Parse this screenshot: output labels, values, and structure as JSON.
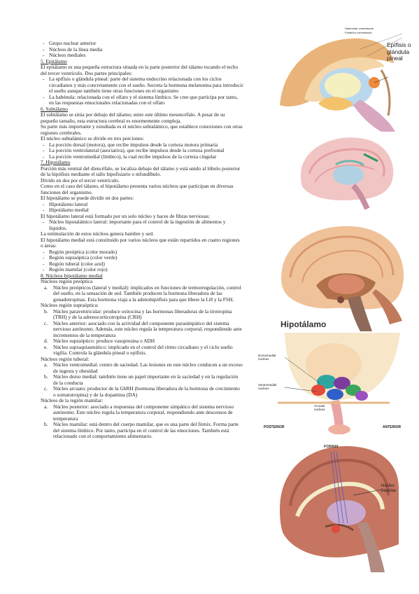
{
  "intro_items": [
    "Grupo nuclear anterior",
    "Núcleos de la línea media",
    "Núcleos mediales"
  ],
  "s5": {
    "heading": "5. Epitálamo",
    "p1": "El epitálamo es una pequeña estructura situada en la parte posterior del tálamo tocando el techo del tercer ventrículo. Dos partes principales:",
    "items": [
      "La epífisis o glándula pineal: parte del sistema endocrino relacionada con los ciclos circadianos y más concretamente con el sueño. Secreta la hormona melatonina para introducir el sueño aunque también tiene otras funciones en el organismo",
      "La habénula: relacionada con el olfato y el sistema límbico. Se cree que participa por tanto, en las respuestas emocionales relacionadas con el olfato"
    ]
  },
  "s6": {
    "heading": "6. Subtálamo",
    "p1": "El subtálamo se sitúa por debajo del tálamo; entre este último mesencéfalo. A pesar de su pequeño tamaño, esta estructura cerebral es enormemente compleja.",
    "p2": "Su parte más importante y estudiada es el núcleo subtalámico, que establece conexiones con otras regiones cerebrales.",
    "p3": "El núcleo subtalámico se divide en tres porciones:",
    "items": [
      "La porción dorsal (motora), que recibe impulsos desde la corteza motora primaria",
      "La porción ventrolateral (asociativa), que recibe impulsos desde la corteza prefrontal",
      "La porción ventromedial (límbico), la cual recibe impulsos de la corteza cingular"
    ]
  },
  "s7": {
    "heading": "7. Hipotálamo",
    "p1": "Porción más ventral del diencéfalo, se localiza debajo del tálamo y está unido al lóbulo posterior de la hipófisis mediante el tallo hipofisiario o infundíbulo.",
    "p2": "Divido en dos por el tercer ventrículo.",
    "p3": "Como en el caso del tálamo, el hipotálamo presenta varios núcleos que participan en diversas funciones del organismo.",
    "p4": "El hipotálamo se puede dividir en dos partes:",
    "parts": [
      "Hipotálamo lateral",
      "Hipotálamo medial"
    ],
    "p5": "El hipotálamo lateral está formado por un solo núcleo y haces de fibras nerviosas:",
    "lat_items": [
      "Núcleo hipotalámico lateral: importante para el control de la ingestión de alimentos y líquidos."
    ],
    "p6": "La estimulación de estos núcleos genera hambre y sed.",
    "p7": "El hipotálamo medial está constituido por varios núcleos que están repartidos en cuatro regiones o áreas:",
    "regions": [
      "Región preóptica (color morado)",
      "Región supraóptica (color verde)",
      "Región tuberal (color azul)",
      "Región mamilar (color rojo)"
    ]
  },
  "s8": {
    "heading": "8. Núcleos hipotálamo medial",
    "preoptic_title": "Núcleos región preóptica",
    "preoptic": [
      {
        "mk": "a.",
        "text": "Núcleo preópticos (lateral y medial): implicados en funciones de termorregulación, control del sueño, en la sensación de sed. También producen la hormona liberadora de las gonadotropinas. Esta hormona viaja a la adenohipófisis para que libere la LH y la FSH."
      }
    ],
    "supraoptic_title": "Núcleos región supraóptica:",
    "supraoptic": [
      {
        "mk": "b.",
        "text": "Núcleo paraventricular: produce oxitocina y las hormonas liberadoras de la tirotropina (TRH) y de la adrenocorticotropina (CRH)"
      },
      {
        "mk": "c.",
        "text": "Núcleo anterior: asociado con la actividad del componente parasimpático del sistema nervioso autónomo. Además, este núcleo regula la temperatura corporal, respondiendo ante incrementos de la temperatura"
      },
      {
        "mk": "d.",
        "text": "Núcleo supraóptico: produce vasopresina o ADH"
      },
      {
        "mk": "e.",
        "text": "Núcleo supraquiasmático: implicado en el control del ritmo circadiano y el ciclo sueño vigilia. Controla la glándula pineal o epífisis."
      }
    ],
    "tuberal_title": "Núcleos región tuberal:",
    "tuberal": [
      {
        "mk": "a.",
        "text": "Núcleo ventromedial: centro de saciedad. Las lesiones en este núcleo conducen a un exceso de ingesta y obesidad"
      },
      {
        "mk": "b.",
        "text": "Núcleo dorso medial: también tiene un papel importante en la saciedad y en la regulación de la conducta"
      },
      {
        "mk": "c.",
        "text": "Núcleo arcuato: productor de la GhRH (hormona liberadora de la hormona de crecimiento o somatotropina) y de la dopamina (DA)"
      }
    ],
    "mamilar_title": "Núcleos de la región mamilar:",
    "mamilar": [
      {
        "mk": "a.",
        "text": "Núcleo posterior: asociado a respuestas del componente simpático del sistema nervioso autónomo. Este núcleo regula la temperatura corporal, respondiendo ante descensos de temperatura"
      },
      {
        "mk": "b.",
        "text": "Núcleo mamilar: está dentro del cuerpo mamilar, que es una parte del fórnix. Forma parte del sistema límbico. Por tanto, participa en el control de las emociones. También está relacionado con el comportamiento alimentario."
      }
    ]
  },
  "figures": {
    "pineal": {
      "label": "Epífisis o glándula pineal",
      "small1": "Habenular commissure",
      "small2": "Posterior commissure"
    },
    "hypo": {
      "label": "Hipotálamo"
    },
    "nuclei": {
      "dorsomedial": "Dorsomedial nucleus",
      "ventromedial": "Ventromedial nucleus",
      "arcuate": "Arcuate nucleus",
      "posterior": "POSTERIOR",
      "anterior": "ANTERIOR"
    },
    "mamilar": {
      "fornix": "FORNIX",
      "label": "Núcleo Mamilar"
    }
  }
}
